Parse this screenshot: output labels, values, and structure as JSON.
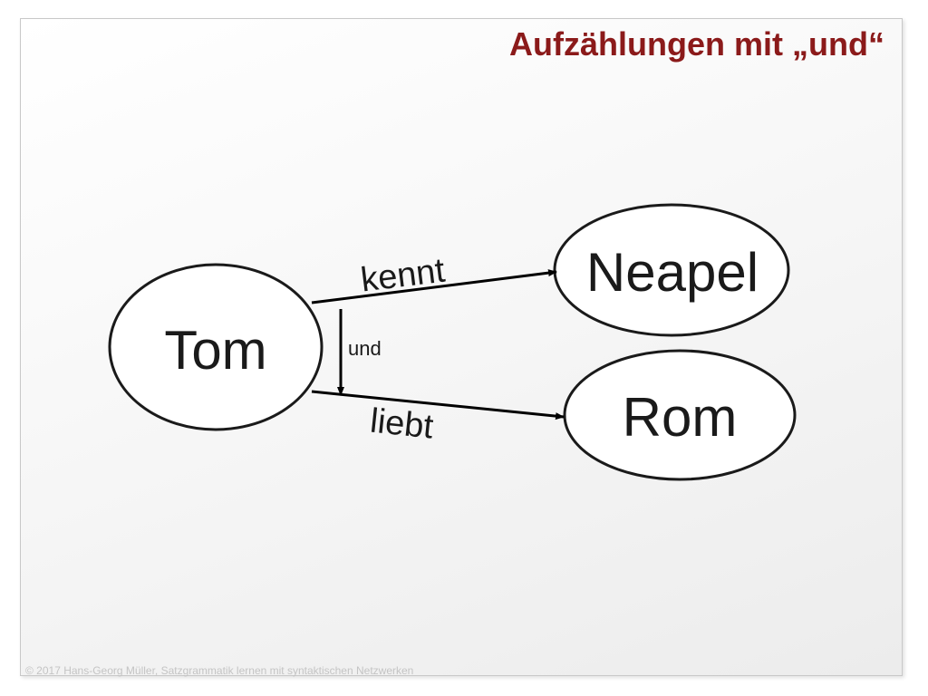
{
  "slide": {
    "title": "Aufzählungen mit „und“",
    "footer": "© 2017 Hans-Georg Müller, Satzgrammatik lernen mit syntaktischen Netzwerken"
  },
  "diagram": {
    "nodes": {
      "tom": "Tom",
      "neapel": "Neapel",
      "rom": "Rom"
    },
    "edges": {
      "kennt": "kennt",
      "liebt": "liebt",
      "und": "und"
    }
  }
}
